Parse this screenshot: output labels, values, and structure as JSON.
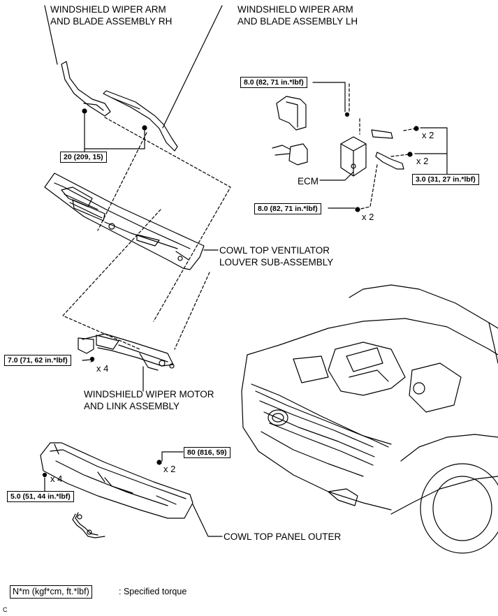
{
  "labels": {
    "wiper_rh_1": "WINDSHIELD WIPER ARM",
    "wiper_rh_2": "AND BLADE ASSEMBLY RH",
    "wiper_lh_1": "WINDSHIELD WIPER ARM",
    "wiper_lh_2": "AND BLADE ASSEMBLY LH",
    "ecm": "ECM",
    "cowl_vent_1": "COWL TOP VENTILATOR",
    "cowl_vent_2": "LOUVER SUB-ASSEMBLY",
    "wiper_motor_1": "WINDSHIELD WIPER MOTOR",
    "wiper_motor_2": "AND LINK ASSEMBLY",
    "cowl_outer": "COWL TOP PANEL OUTER"
  },
  "torques": {
    "ecm_top": "8.0 (82, 71 in.*lbf)",
    "wiper_nut": "20 (209, 15)",
    "ecm_bracket": "3.0 (31, 27 in.*lbf)",
    "ecm_bottom": "8.0 (82, 71 in.*lbf)",
    "wiper_motor": "7.0 (71, 62 in.*lbf)",
    "cowl_nut": "80 (816, 59)",
    "cowl_bolt": "5.0 (51, 44 in.*lbf)"
  },
  "quantities": {
    "bracket_bolt_1": "x 2",
    "bracket_bolt_2": "x 2",
    "ecm_bottom": "x 2",
    "wiper_motor": "x 4",
    "cowl_nut": "x 2",
    "cowl_bolt": "x 4"
  },
  "legend": {
    "unit": "N*m (kgf*cm, ft.*lbf)",
    "text": ": Specified torque"
  },
  "figure_code": "C"
}
